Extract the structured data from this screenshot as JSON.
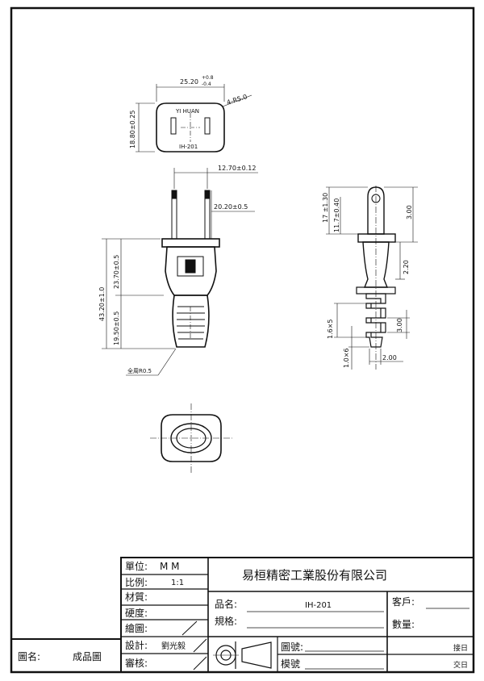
{
  "top_view": {
    "width_nominal": "25.20",
    "width_tol_plus": "+0.8",
    "width_tol_minus": "-0.4",
    "height_dim": "18.80±0.25",
    "corner_radius": "4-R5.0",
    "brand_text": "YI  HUAN",
    "model_text": "IH-201"
  },
  "front_view": {
    "pin_spacing": "12.70±0.12",
    "pin_length": "20.20±0.5",
    "total_length": "43.20±1.0",
    "body_length": "23.70±0.5",
    "grip_length": "19.50±0.5",
    "fillet_note": "全周R0.5"
  },
  "side_view": {
    "dim_17": "17 ±1.30",
    "dim_117": "11.7±0.40",
    "dim_300_top": "3.00",
    "dim_220": "2.20",
    "dim_16x5": "1.6×5",
    "dim_300_bot": "3.00",
    "dim_10x6": "1.0×6",
    "dim_200": "2.00"
  },
  "title_block": {
    "unit_label": "單位:",
    "unit_value": "M   M",
    "scale_label": "比例:",
    "scale_value": "1:1",
    "material_label": "材質:",
    "hardness_label": "硬度:",
    "drawn_label": "繪圖:",
    "design_label": "設計:",
    "designer": "劉光毅",
    "review_label": "審核:",
    "company": "易桓精密工業股份有限公司",
    "product_name_label": "品名:",
    "product_name_value": "IH-201",
    "spec_label": "規格:",
    "customer_label": "客戶:",
    "quantity_label": "數量:",
    "drawing_no_label": "圖號:",
    "mold_no_label": "模號",
    "receive_date_label": "接日",
    "delivery_date_label": "交日",
    "sheet_name_label": "圖名:",
    "sheet_name_value": "成品圖"
  }
}
